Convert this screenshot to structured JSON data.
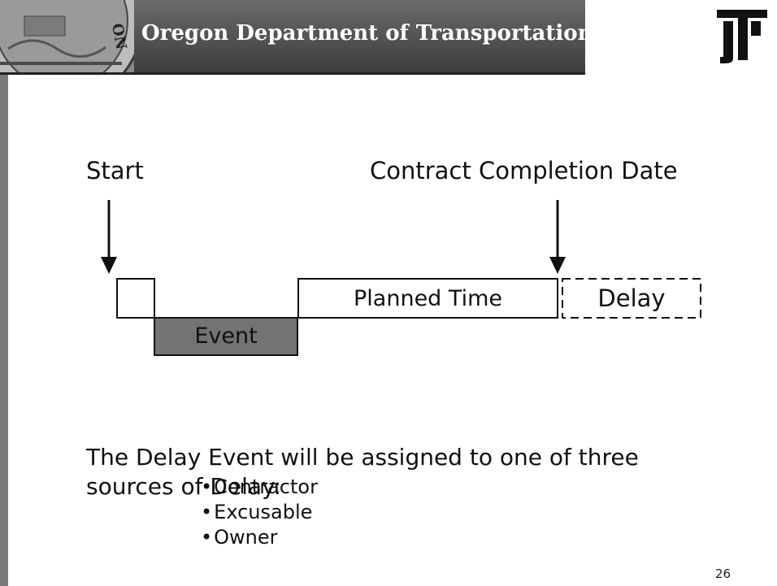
{
  "header": {
    "org_name": "Oregon Department of Transportation",
    "bar_color": "#505050",
    "seal": "oregon-state-seal",
    "logo": "odot-logo"
  },
  "diagram": {
    "start_label": "Start",
    "completion_label": "Contract Completion Date",
    "planned_label": "Planned Time",
    "delay_label": "Delay",
    "event_label": "Event",
    "event_fill": "#737373"
  },
  "body": {
    "sentence": "The Delay Event will be assigned to one of three sources of Delay:",
    "bullets": [
      "Contractor",
      "Excusable",
      "Owner"
    ]
  },
  "page_number": "26"
}
